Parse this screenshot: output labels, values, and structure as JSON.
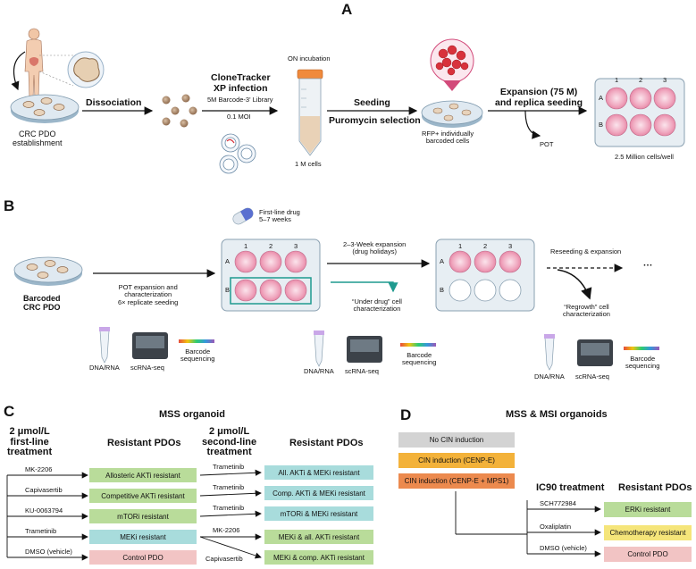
{
  "panels": {
    "a": "A",
    "b": "B",
    "c": "C",
    "d": "D"
  },
  "panel_a": {
    "establishment": "CRC PDO\nestablishment",
    "dissociation": "Dissociation",
    "infection_title": "CloneTracker\nXP infection",
    "library": "5M Barcode-3' Library",
    "moi": "0.1 MOI",
    "on_incubation": "ON incubation",
    "cells": "1 M cells",
    "seeding": "Seeding",
    "puromycin": "Puromycin selection",
    "rfp": "RFP+ individually\nbarcoded cells",
    "expansion": "Expansion (75 M)\nand replica seeding",
    "pot": "POT",
    "plate_cols": [
      "1",
      "2",
      "3"
    ],
    "plate_rows": [
      "A",
      "B"
    ],
    "cells_per_well": "2.5 Million cells/well"
  },
  "panel_b": {
    "barcoded": "Barcoded\nCRC PDO",
    "first_line": "First-line drug\n5–7 weeks",
    "pot_expansion": "POT expansion and\ncharacterization\n6× replicate seeding",
    "week_expansion": "2–3-Week expansion\n(drug holidays)",
    "under_drug": "“Under drug” cell\ncharacterization",
    "reseeding": "Reseeding & expansion",
    "ellipsis": "···",
    "regrowth": "“Regrowth” cell\ncharacterization",
    "plate_cols": [
      "1",
      "2",
      "3"
    ],
    "plate_rows": [
      "A",
      "B"
    ],
    "dna_rna": "DNA/RNA",
    "scrnaseq": "scRNA-seq",
    "barcode_seq": "Barcode\nsequencing"
  },
  "panel_c": {
    "title": "MSS organoid",
    "first_line_header": "2 μmol/L\nfirst-line\ntreatment",
    "resistant_header_1": "Resistant PDOs",
    "second_line_header": "2 μmol/L\nsecond-line\ntreatment",
    "resistant_header_2": "Resistant PDOs",
    "rows": [
      {
        "drug": "MK-2206",
        "resistant": "Allosteric AKTi resistant",
        "second": "Trametinib",
        "final": "All. AKTi & MEKi resistant",
        "color": "#b9dc9a",
        "final_color": "#a8dcdc"
      },
      {
        "drug": "Capivasertib",
        "resistant": "Competitive AKTi resistant",
        "second": "Trametinib",
        "final": "Comp. AKTi & MEKi resistant",
        "color": "#b9dc9a",
        "final_color": "#a8dcdc"
      },
      {
        "drug": "KU-0063794",
        "resistant": "mTORi resistant",
        "second": "Trametinib",
        "final": "mTORi & MEKi resistant",
        "color": "#b9dc9a",
        "final_color": "#a8dcdc"
      },
      {
        "drug": "Trametinib",
        "resistant": "MEKi resistant",
        "second": "MK-2206",
        "final": "MEKi & all. AKTi resistant",
        "color": "#a8dcdc",
        "final_color": "#b9dc9a"
      },
      {
        "drug": "DMSO (vehicle)",
        "resistant": "Control PDO",
        "second": "Capivasertib",
        "final": "MEKi & comp. AKTi resistant",
        "color": "#f2c4c4",
        "final_color": "#b9dc9a"
      }
    ]
  },
  "panel_d": {
    "title": "MSS & MSI organoids",
    "cin_boxes": [
      {
        "label": "No CIN induction",
        "color": "#d3d3d3"
      },
      {
        "label": "CIN induction (CENP-E)",
        "color": "#f3b23a"
      },
      {
        "label": "CIN induction (CENP-E + MPS1)",
        "color": "#ec8a4e"
      }
    ],
    "ic90_header": "IC90 treatment",
    "resistant_header": "Resistant PDOs",
    "rows": [
      {
        "drug": "SCH772984",
        "resistant": "ERKi resistant",
        "color": "#b9dc9a"
      },
      {
        "drug": "Oxaliplatin",
        "resistant": "Chemotherapy resistant",
        "color": "#f5e57a"
      },
      {
        "drug": "DMSO (vehicle)",
        "resistant": "Control PDO",
        "color": "#f2c4c4"
      }
    ]
  },
  "colors": {
    "well_pink": "#f0a9c0",
    "tube_orange": "#f08a3c",
    "teal": "#1f9a8f",
    "cell_red": "#d8323c"
  }
}
